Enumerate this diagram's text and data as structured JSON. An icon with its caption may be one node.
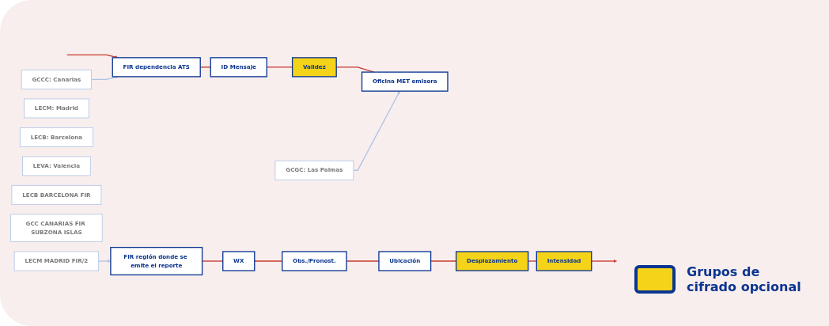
{
  "diagram": {
    "nodes": [
      {
        "text": [
          "LECM: Madrid"
        ]
      },
      {
        "text": [
          "LECB: Barcelona"
        ]
      },
      {
        "text": [
          "GCCC: Canarias"
        ]
      },
      {
        "text": [
          "LEVA: Valencia"
        ]
      },
      {
        "text": [
          "GCGC: Las Palmas"
        ]
      },
      {
        "text": [
          "FIR dependencia ATS"
        ]
      },
      {
        "text": [
          "ID Mensaje"
        ]
      },
      {
        "text": [
          "Validez"
        ]
      },
      {
        "text": [
          "Oficina MET emisora"
        ]
      },
      {
        "text": [
          "FIR región donde se emite el reporte"
        ]
      },
      {
        "text": [
          "WX"
        ]
      },
      {
        "text": [
          "Obs./Pronost."
        ]
      },
      {
        "text": [
          "Ubicación"
        ]
      },
      {
        "text": [
          "Desplazamiento"
        ]
      },
      {
        "text": [
          "Intensidad"
        ]
      },
      {
        "text": [
          "LECM MADRID FIR/2"
        ]
      },
      {
        "text": [
          "LECB BARCELONA FIR"
        ]
      },
      {
        "text": [
          "GCC CANARIAS FIR SUBZONA ISLAS"
        ]
      }
    ],
    "edges": [
      {
        "from": null,
        "to": 5,
        "arrow": "to"
      },
      {
        "from": 5,
        "to": 6,
        "arrow": "none"
      },
      {
        "from": 6,
        "to": 7,
        "arrow": "none"
      },
      {
        "from": 7,
        "to": 8,
        "arrow": "none"
      },
      {
        "from": 2,
        "to": 5,
        "arrow": "to",
        "color": "#aec3e3"
      },
      {
        "from": 4,
        "to": 8,
        "arrow": "to",
        "color": "#aec3e3"
      },
      {
        "from": 9,
        "to": 10,
        "arrow": "none"
      },
      {
        "from": 10,
        "to": 11,
        "arrow": "none"
      },
      {
        "from": 11,
        "to": 12,
        "arrow": "none"
      },
      {
        "from": 12,
        "to": 13,
        "arrow": "none"
      },
      {
        "from": 13,
        "to": 14,
        "arrow": "none"
      },
      {
        "from": 14,
        "to": null,
        "arrow": "to"
      },
      {
        "from": 15,
        "to": 9,
        "arrow": "to",
        "color": "#aec3e3"
      }
    ],
    "legend": [
      {
        "text": "Grupos de cifrado opcional",
        "color": "#f5d318"
      }
    ]
  }
}
